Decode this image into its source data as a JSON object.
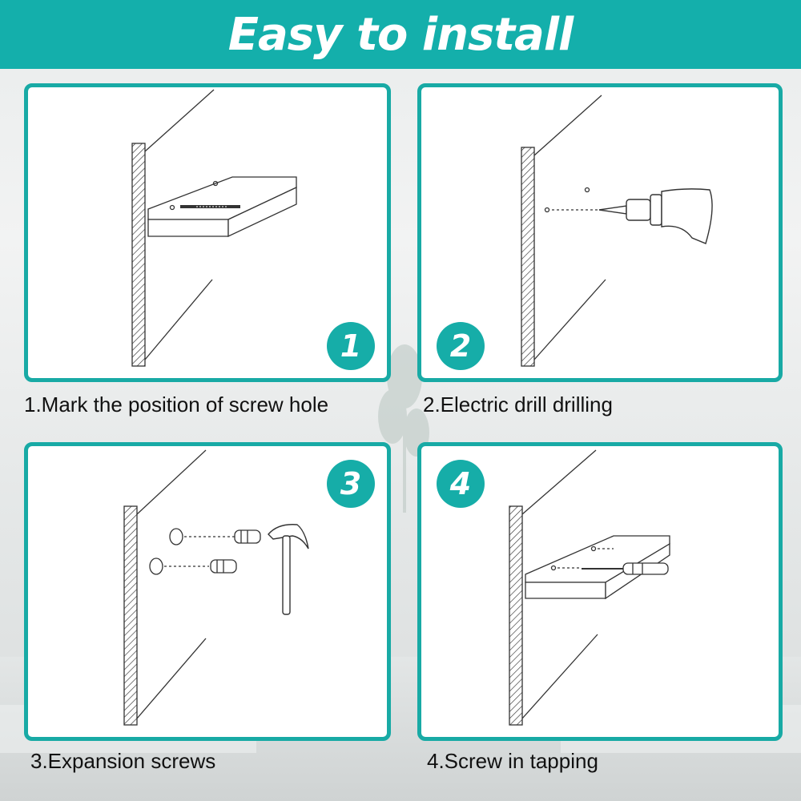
{
  "header": {
    "title": "Easy to install"
  },
  "steps": [
    {
      "number": "1",
      "caption": "1.Mark the position of screw hole"
    },
    {
      "number": "2",
      "caption": "2.Electric drill drilling"
    },
    {
      "number": "3",
      "caption": "3.Expansion screws"
    },
    {
      "number": "4",
      "caption": "4.Screw in tapping"
    }
  ],
  "colors": {
    "accent": "#14afab",
    "badge": "#16ada8",
    "panel_border": "#18aaa5",
    "line_art": "#333333"
  },
  "icons": [
    "hammer-icon",
    "electric-drill-icon",
    "screwdriver-icon",
    "screw-icon"
  ]
}
